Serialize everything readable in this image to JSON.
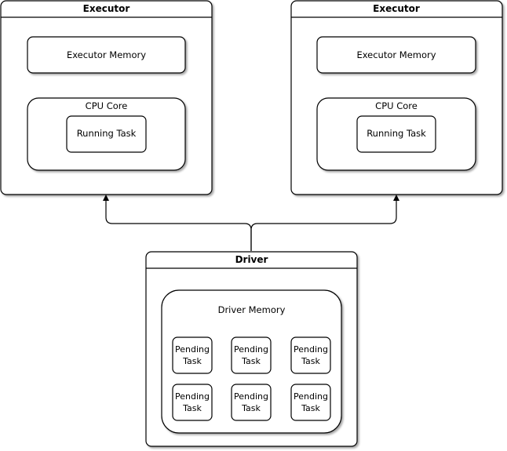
{
  "executors": [
    {
      "title": "Executor",
      "memory_label": "Executor Memory",
      "core_label": "CPU Core",
      "task_label": "Running Task"
    },
    {
      "title": "Executor",
      "memory_label": "Executor Memory",
      "core_label": "CPU Core",
      "task_label": "Running Task"
    }
  ],
  "driver": {
    "title": "Driver",
    "memory_label": "Driver Memory",
    "pending_tasks": [
      {
        "line1": "Pending",
        "line2": "Task"
      },
      {
        "line1": "Pending",
        "line2": "Task"
      },
      {
        "line1": "Pending",
        "line2": "Task"
      },
      {
        "line1": "Pending",
        "line2": "Task"
      },
      {
        "line1": "Pending",
        "line2": "Task"
      },
      {
        "line1": "Pending",
        "line2": "Task"
      }
    ]
  }
}
